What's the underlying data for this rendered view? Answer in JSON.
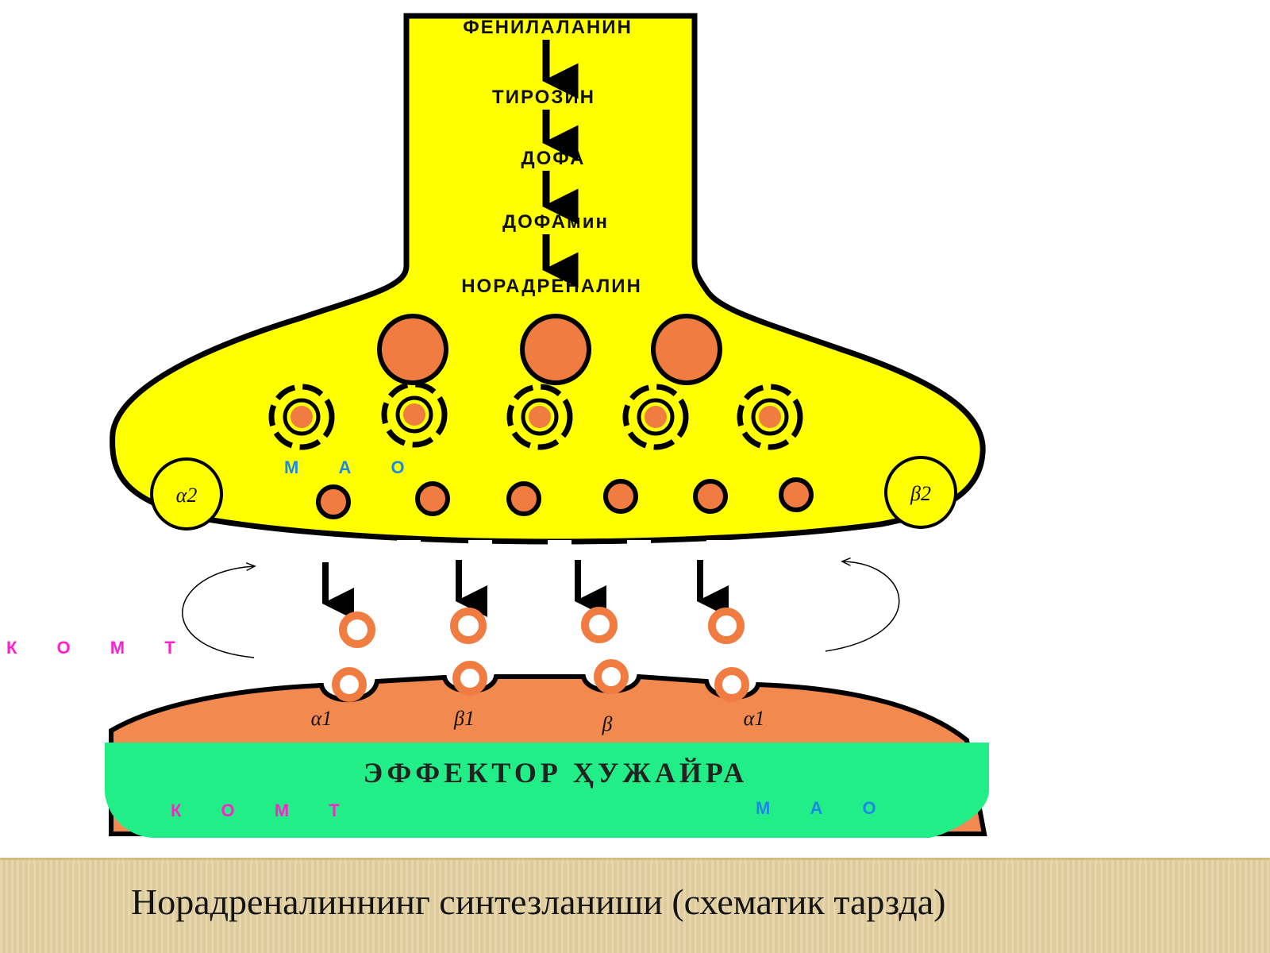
{
  "pathway": {
    "steps": [
      "ФЕНИЛАЛАНИН",
      "ТИРОЗИН",
      "ДОФА",
      "ДОФАмин",
      "НОРАДРЕНАЛИН"
    ]
  },
  "enzymes": {
    "mao_presynaptic": "М А О",
    "comt_cleft": "К О М Т",
    "comt_effector": "К О М Т",
    "mao_effector": "М А О"
  },
  "receptors": {
    "presynaptic_left": "α2",
    "presynaptic_right": "β2",
    "postsynaptic": [
      "α1",
      "β1",
      "β",
      "α1"
    ]
  },
  "effector": {
    "label": "ЭФФЕКТОР ҲУЖАЙРА"
  },
  "caption": {
    "text": "Норадреналиннинг синтезланиши (схематик тарзда)"
  },
  "colors": {
    "neuron": "#ffff00",
    "vesicle": "#f07c42",
    "effector_top": "#f28a4f",
    "effector_body": "#22ee88",
    "mao": "#1e88e5",
    "comt": "#ff22cc",
    "caption_bar": "#e6d3a3"
  }
}
